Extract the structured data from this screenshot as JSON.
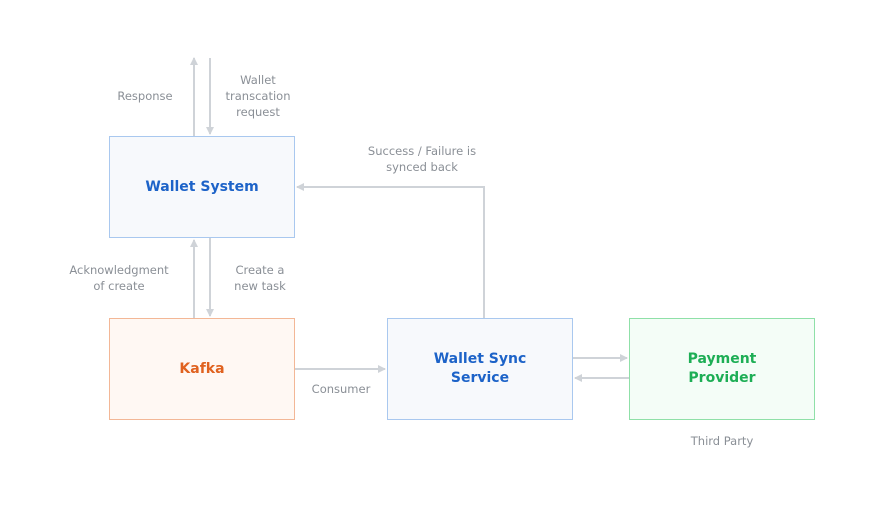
{
  "nodes": {
    "wallet_system": "Wallet System",
    "kafka": "Kafka",
    "wallet_sync": "Wallet Sync\nService",
    "payment_provider": "Payment\nProvider"
  },
  "labels": {
    "response": "Response",
    "wallet_request": "Wallet\ntranscation\nrequest",
    "success_failure": "Success / Failure is\nsynced back",
    "acknowledgment": "Acknowledgment\nof create",
    "create_task": "Create a\nnew task",
    "consumer": "Consumer",
    "third_party": "Third Party"
  },
  "colors": {
    "arrow": "#cfd3d8",
    "blue_text": "#1d63c8",
    "orange_text": "#e0621f",
    "green_text": "#1dae55",
    "label_text": "#8a8f96"
  }
}
